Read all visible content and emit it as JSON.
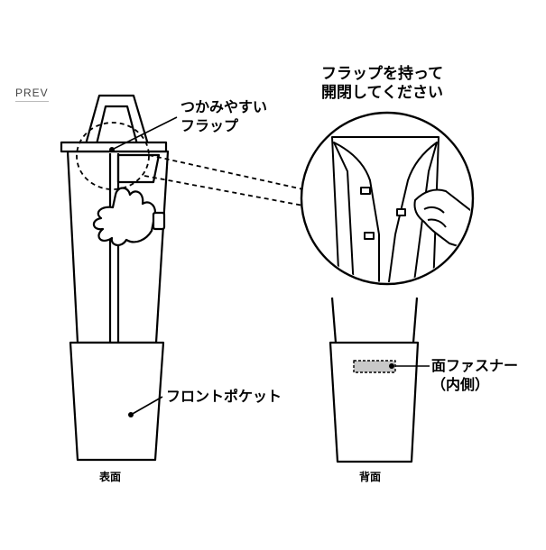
{
  "nav": {
    "prev_label": "PREV"
  },
  "labels": {
    "flap_line1": "つかみやすい",
    "flap_line2": "フラップ",
    "instruction_line1": "フラップを持って",
    "instruction_line2": "開閉してください",
    "front_pocket": "フロントポケット",
    "velcro_line1": "面ファスナー",
    "velcro_line2": "（内側）"
  },
  "captions": {
    "front": "表面",
    "back": "背面"
  },
  "colors": {
    "line": "#000000",
    "velcro_fill": "#c8c8c8",
    "nav_text": "#444444"
  }
}
